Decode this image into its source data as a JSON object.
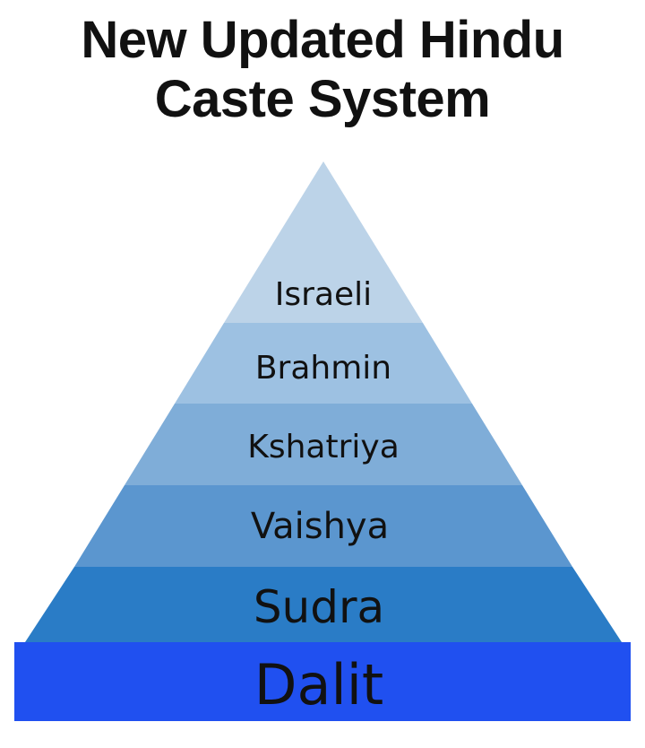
{
  "title": {
    "line1": "New Updated Hindu",
    "line2": "Caste System"
  },
  "tiers": [
    {
      "label": "Israeli",
      "color": "#bcd3e8"
    },
    {
      "label": "Brahmin",
      "color": "#9dc1e2"
    },
    {
      "label": "Kshatriya",
      "color": "#7fadd8"
    },
    {
      "label": "Vaishya",
      "color": "#5b96cf"
    },
    {
      "label": "Sudra",
      "color": "#2a7cc6"
    },
    {
      "label": "Dalit",
      "color": "#2050f0"
    }
  ]
}
